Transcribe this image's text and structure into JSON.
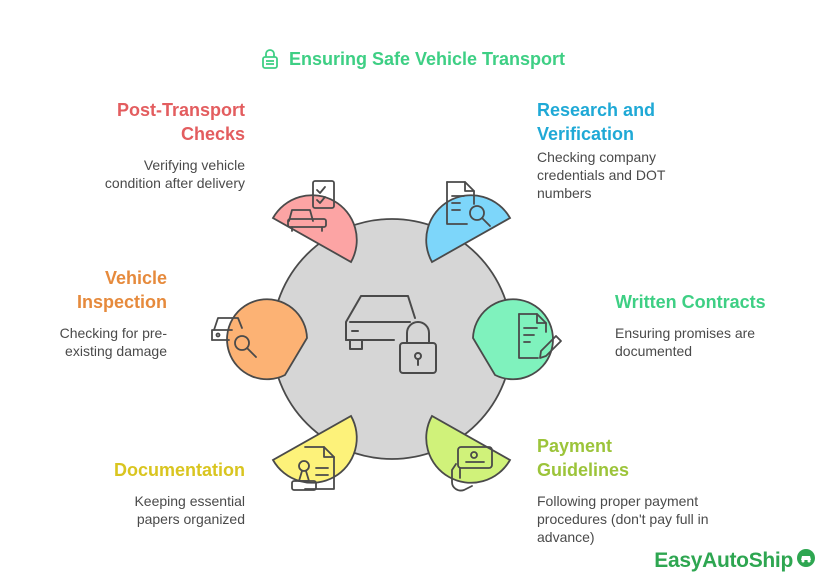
{
  "title": "Ensuring Safe Vehicle Transport",
  "steps": [
    {
      "heading_lines": [
        "Post-Transport",
        "Checks"
      ],
      "desc_lines": [
        "Verifying vehicle",
        "condition after delivery"
      ],
      "color": "#e35d5f",
      "fill": "#fca4a4"
    },
    {
      "heading_lines": [
        "Research and",
        "Verification"
      ],
      "desc_lines": [
        "Checking company",
        "credentials and DOT",
        "numbers"
      ],
      "color": "#1fa9d6",
      "fill": "#7dd6fa"
    },
    {
      "heading_lines": [
        "Vehicle",
        "Inspection"
      ],
      "desc_lines": [
        "Checking for pre-",
        "existing damage"
      ],
      "color": "#e68a3c",
      "fill": "#fcb274"
    },
    {
      "heading_lines": [
        "Written Contracts"
      ],
      "desc_lines": [
        "Ensuring promises are",
        "documented"
      ],
      "color": "#3ecf84",
      "fill": "#7ff2bd"
    },
    {
      "heading_lines": [
        "Documentation"
      ],
      "desc_lines": [
        "Keeping essential",
        "papers organized"
      ],
      "color": "#d9c520",
      "fill": "#fdf27a"
    },
    {
      "heading_lines": [
        "Payment",
        "Guidelines"
      ],
      "desc_lines": [
        "Following proper payment",
        "procedures (don't pay full in",
        "advance)"
      ],
      "color": "#9cc43a",
      "fill": "#d0f27a"
    }
  ],
  "center_fill": "#d6d6d6",
  "brand": {
    "name": "EasyAutoShip",
    "color": "#2ea651"
  }
}
